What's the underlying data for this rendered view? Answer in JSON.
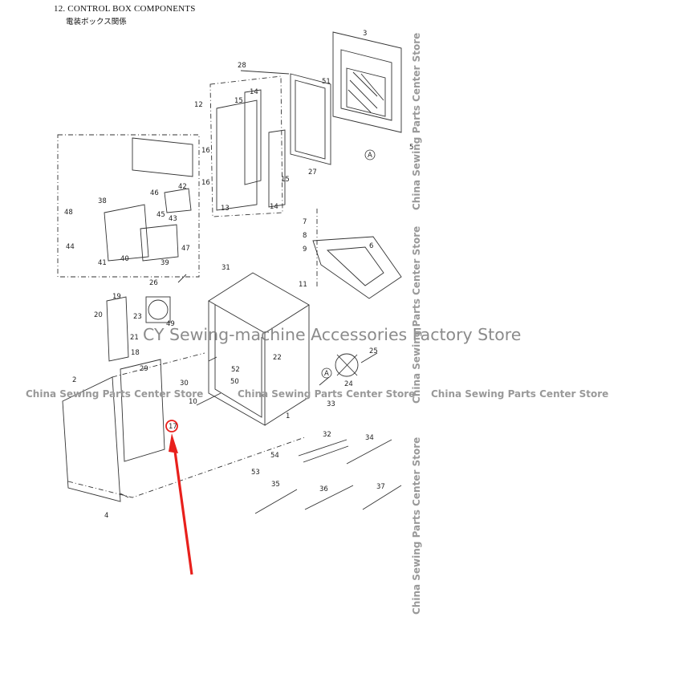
{
  "header": {
    "title": "12. CONTROL BOX COMPONENTS",
    "subtitle": "電装ボックス関係"
  },
  "watermarks": {
    "center": "CY Sewing-machine Accessories Factory Store",
    "horizontal": [
      "China Sewing Parts Center Store",
      "China Sewing Parts Center Store",
      "China Sewing Parts Center Store"
    ],
    "vertical": [
      "China Sewing Parts Center Store",
      "China Sewing Parts Center Store",
      "China Sewing Parts Center Store"
    ]
  },
  "callouts": [
    "1",
    "2",
    "3",
    "4",
    "5",
    "6",
    "7",
    "8",
    "9",
    "10",
    "11",
    "12",
    "13",
    "14",
    "14",
    "15",
    "15",
    "16",
    "16",
    "17",
    "18",
    "19",
    "20",
    "21",
    "22",
    "23",
    "24",
    "25",
    "26",
    "27",
    "28",
    "29",
    "30",
    "31",
    "32",
    "33",
    "34",
    "35",
    "36",
    "37",
    "38",
    "39",
    "40",
    "41",
    "42",
    "43",
    "44",
    "45",
    "46",
    "47",
    "48",
    "49",
    "50",
    "51",
    "52",
    "53",
    "54",
    "A",
    "A"
  ],
  "colors": {
    "line": "#333333",
    "highlight": "#e8201c",
    "watermark": "#999999"
  }
}
